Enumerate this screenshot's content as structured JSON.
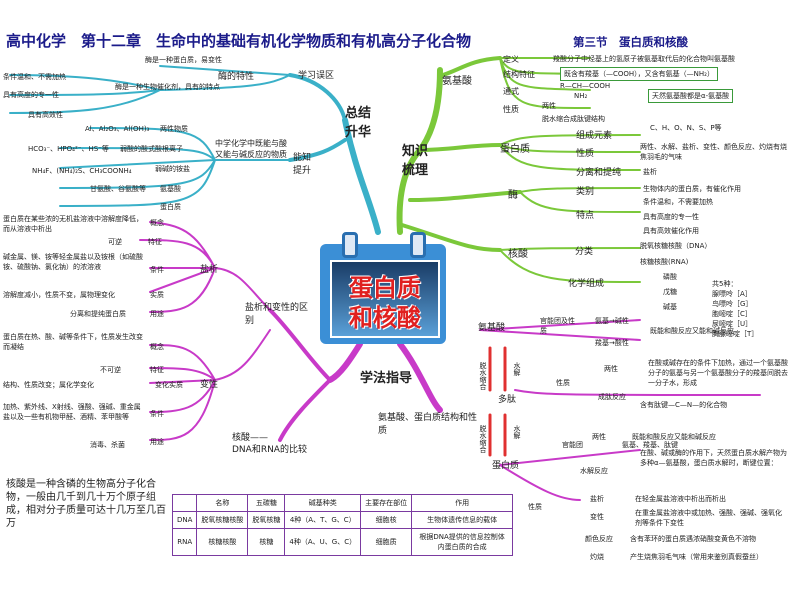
{
  "title": "高中化学　第十二章　生命中的基础有机化学物质和有机高分子化合物",
  "subtitle": "第三节　蛋白质和核酸",
  "hub": {
    "line1": "蛋白质",
    "line2": "和核酸"
  },
  "branches": {
    "summary": "总结\n升华",
    "knowledge": "知识\n梳理",
    "method": "学法指导"
  },
  "knowledge": {
    "amino_acid": {
      "label": "氨基酸",
      "items": [
        {
          "k": "定义",
          "v": "羧酸分子中烃基上的氢原子被氨基取代后的化合物叫氨基酸"
        },
        {
          "k": "结构特征",
          "v": "既含有羧基（—COOH），又含有氨基（—NH₂）"
        },
        {
          "k": "通式",
          "v": "R—CH—COOH"
        },
        {
          "k": "性质",
          "v": "两性"
        }
      ],
      "formula_sub": "NH₂",
      "alpha_note": "天然氨基酸都是α-氨基酸",
      "props2": "脱水缩合成肽键结构"
    },
    "protein": {
      "label": "蛋白质",
      "items": [
        {
          "k": "组成元素",
          "v": "C、H、O、N、S、P等"
        },
        {
          "k": "性质",
          "v": "两性、水解、盐析、变性、颜色反应、灼烧有烧焦羽毛的气味"
        },
        {
          "k": "分离和提纯",
          "v": "盐析"
        }
      ]
    },
    "enzyme": {
      "label": "酶",
      "items": [
        {
          "k": "类别",
          "v": "生物体内的蛋白质，有催化作用"
        },
        {
          "k": "特点",
          "v": "条件温和，不需要加热"
        }
      ],
      "extra": [
        "具有高度的专一性",
        "具有高效催化作用"
      ]
    },
    "nucleic": {
      "label": "核酸",
      "classify": "分类",
      "chem": "化学组成",
      "classes": [
        "脱氧核糖核酸（DNA）",
        "核糖核酸(RNA)"
      ],
      "comp": [
        "磷酸",
        "戊糖",
        "碱基"
      ],
      "bases": [
        "共5种：",
        "腺嘌呤［A］",
        "鸟嘌呤［G］",
        "胞嘧啶［C］",
        "尿嘧啶［U］",
        "胸腺嘧啶［T］"
      ]
    }
  },
  "summary": {
    "review": "学习误区",
    "enzyme_prop": "酶的特性",
    "enzyme_notes": [
      "酶是一种蛋白质，易变性",
      "酶是一种生物催化剂，具有的特点"
    ],
    "enzyme_feats": [
      "条件温和、不需加热",
      "具有高度的专一性",
      "具有高效性"
    ],
    "ability": "能知\n提升",
    "amphoteric": "中学化学中既能与酸又能与碱反应的物质",
    "amph_items": [
      {
        "k": "两性物质",
        "v": "Al、Al₂O₃、Al(OH)₃"
      },
      {
        "k": "弱酸的酸式酸根离子",
        "v": "HCO₃⁻、HPO₄²⁻、HS⁻等"
      },
      {
        "k": "弱碱的铵盐",
        "v": "NH₄F、(NH₄)₂S、CH₃COONH₄"
      },
      {
        "k": "氨基酸",
        "v": "甘氨酸、谷氨酸等"
      },
      {
        "k": "蛋白质",
        "v": ""
      }
    ]
  },
  "salting": {
    "main": "盐析和变性的区别",
    "saltout": {
      "label": "盐析",
      "items": [
        {
          "k": "概念",
          "v": "蛋白质在某些浓的无机盐溶液中溶解度降低，而从溶液中析出"
        },
        {
          "k": "特征",
          "v": "可逆"
        },
        {
          "k": "条件",
          "v": "碱金属、镁、铵等轻金属盐以及铵根（如硫酸铵、硫酸钠、氯化钠）的浓溶液"
        },
        {
          "k": "实质",
          "v": "溶解度减小，性质不变，属物理变化"
        },
        {
          "k": "用途",
          "v": "分离和提纯蛋白质"
        }
      ]
    },
    "denature": {
      "label": "变性",
      "items": [
        {
          "k": "概念",
          "v": "蛋白质在热、酸、碱等条件下，性质发生改变而凝结"
        },
        {
          "k": "特征",
          "v": "不可逆"
        },
        {
          "k": "变化实质",
          "v": "结构、性质改变；属化学变化"
        },
        {
          "k": "条件",
          "v": "加热、紫外线、X射线、强酸、强碱、重金属盐以及一些有机物甲醛、酒精、苯甲酸等"
        },
        {
          "k": "用途",
          "v": "消毒、杀菌"
        }
      ]
    }
  },
  "aa_struct": {
    "main": "氨基酸、蛋白质结构和性质",
    "amino": "氨基酸",
    "fg": "官能团及性质",
    "fg_items": [
      "氨基→碱性",
      "羧基→酸性"
    ],
    "peptide_form": "脱水缩合",
    "peptide_hyd": "水解",
    "reaction_note": "既能和酸反应又能和碱反应",
    "peptide": "多肽",
    "pp_prop": "性质",
    "amph": "两性",
    "peptide_note": "在酸或碱存在的条件下加热，通过一个氨基酸分子的氨基与另一个氨基酸分子的羧基间脱去一分子水，形成",
    "form_label": "成肽反应",
    "bond": "含有肽键—C—N—的化合物",
    "protein": "蛋白质",
    "p_fg": "官能团",
    "p_fg_items": "氨基、羧基、肽键",
    "p_amph": "两性",
    "p_amph_v": "既能和酸反应又能和碱反应",
    "hyd_label": "水解反应",
    "hyd_v": "在酸、碱或酶的作用下，天然蛋白质水解产物为多种α—氨基酸，蛋白质水解时，断键位置：",
    "salting": "盐析",
    "salting_v": "在轻金属盐溶液中析出而析出",
    "denat": "变性",
    "denat_v": "在重金属盐溶液中或加热、强酸、强碱、强氧化剂等条件下变性",
    "color": "颜色反应",
    "color_v": "含有苯环的蛋白质遇浓硝酸变黄色不溶物",
    "burn": "灼烧",
    "burn_v": "产生烧焦羽毛气味（常用来鉴别真假蚕丝）",
    "p_prop": "性质"
  },
  "dna_cmp": {
    "main": "核酸——\nDNA和RNA的比较",
    "note": "核酸是一种含磷的生物高分子化合物，一般由几千到几十万个原子组成，相对分子质量可达十几万至几百万",
    "headers": [
      "",
      "名称",
      "五碳糖",
      "碱基种类",
      "主要存在部位",
      "作用"
    ],
    "rows": [
      [
        "DNA",
        "脱氧核糖核酸",
        "脱氧核糖",
        "4种（A、T、G、C）",
        "细胞核",
        "生物体遗传信息的载体"
      ],
      [
        "RNA",
        "核糖核酸",
        "核糖",
        "4种（A、U、G、C）",
        "细胞质",
        "根据DNA提供的信息控制体内蛋白质的合成"
      ]
    ]
  }
}
